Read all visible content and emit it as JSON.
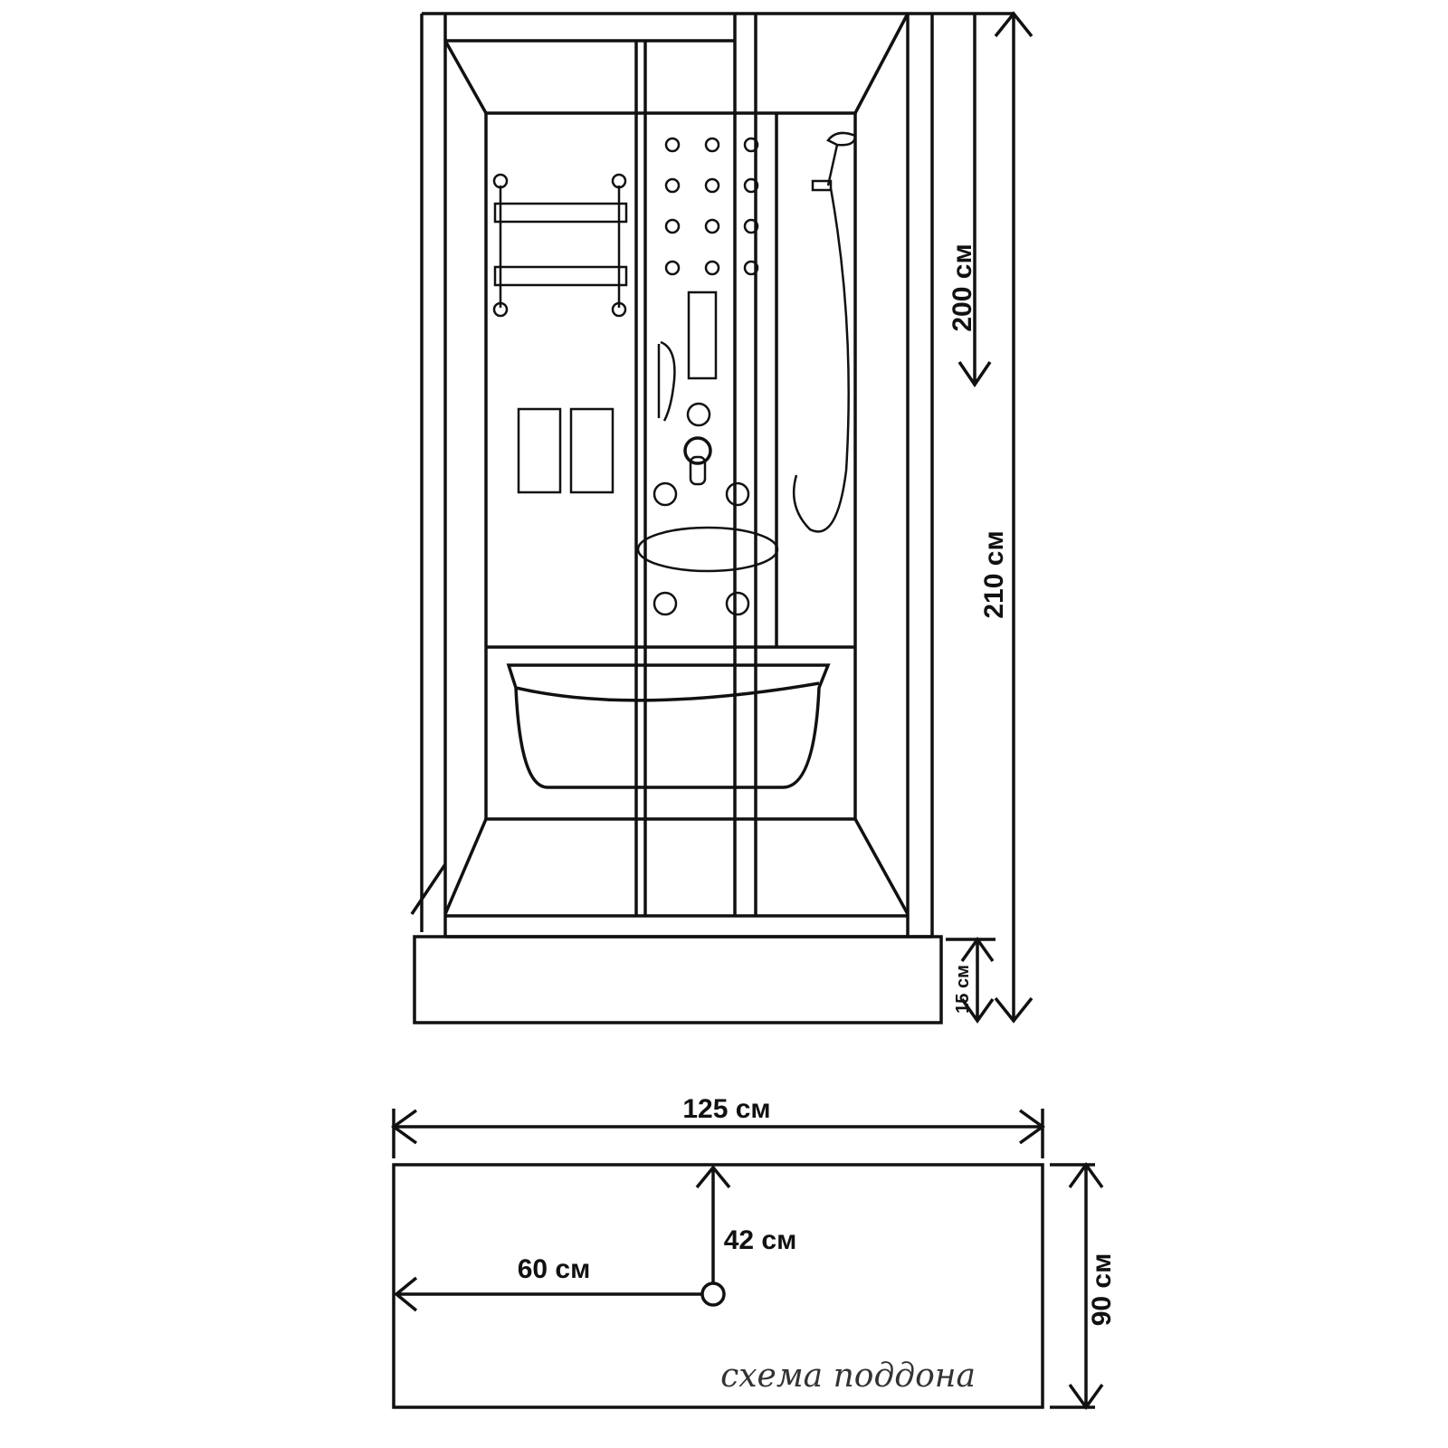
{
  "dimensions": {
    "height_inner": "200 см",
    "height_total": "210 см",
    "tray_height": "15 см",
    "width": "125 см",
    "depth": "90 см",
    "drain_y": "42 см",
    "drain_x": "60 см"
  },
  "caption": "схема поддона",
  "colors": {
    "line": "#111111",
    "background": "#ffffff"
  }
}
